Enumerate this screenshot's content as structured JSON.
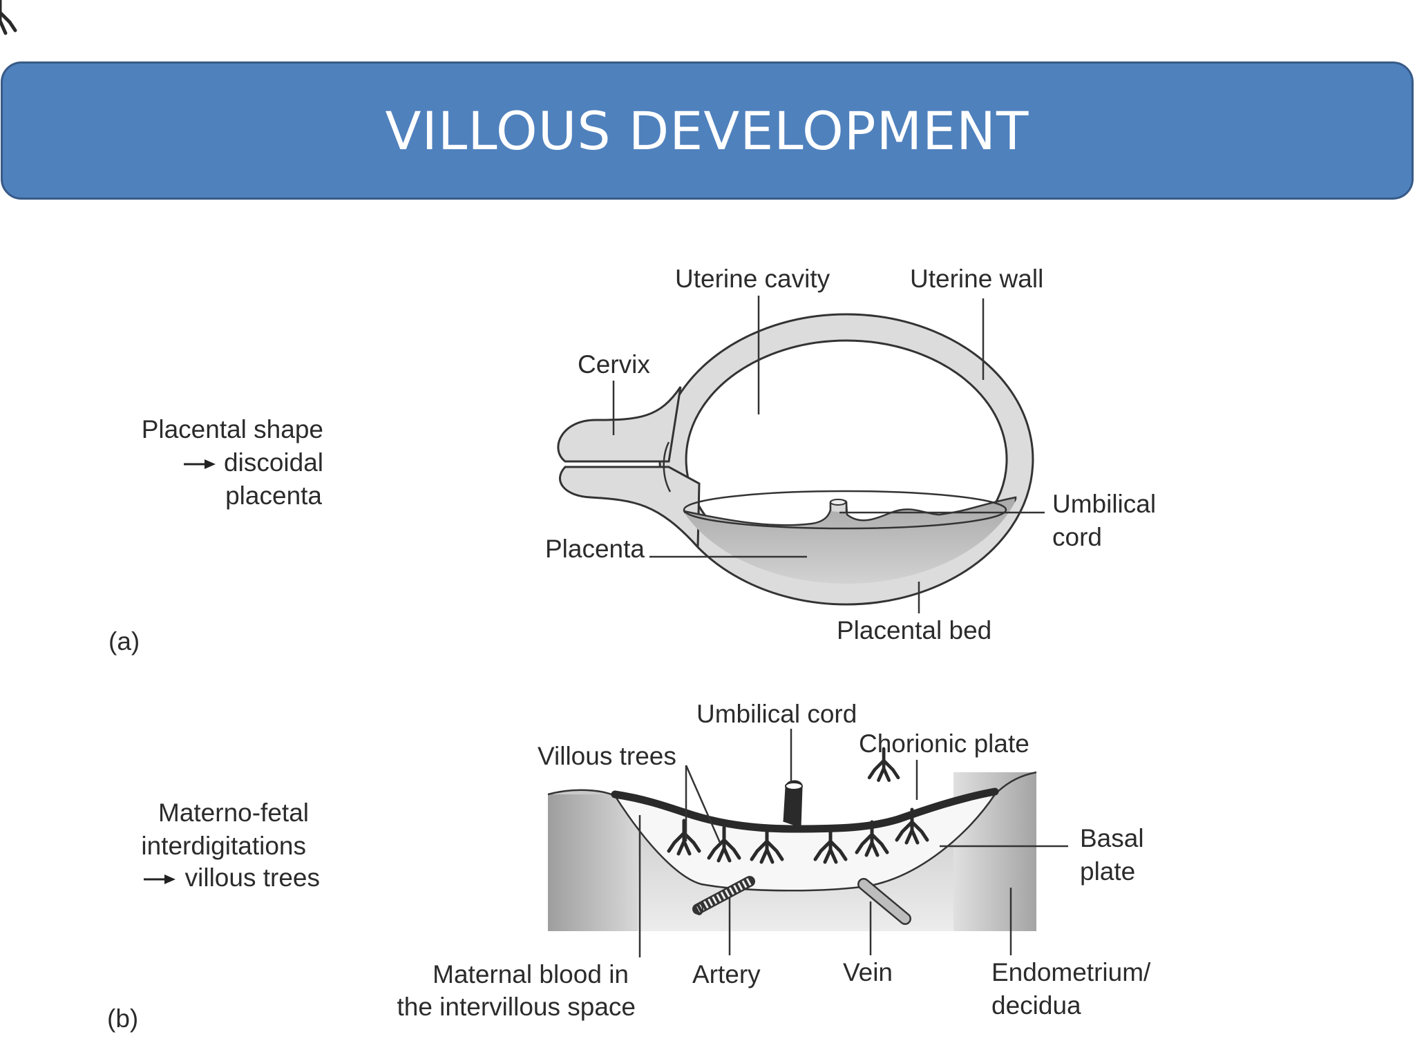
{
  "title": "VILLOUS DEVELOPMENT",
  "panel_a": {
    "tag": "(a)",
    "side_caption": [
      "Placental shape",
      "discoidal",
      "placenta"
    ],
    "labels": {
      "uterine_cavity": "Uterine cavity",
      "uterine_wall": "Uterine wall",
      "cervix": "Cervix",
      "umbilical_cord": [
        "Umbilical",
        "cord"
      ],
      "placenta": "Placenta",
      "placental_bed": "Placental bed"
    }
  },
  "panel_b": {
    "tag": "(b)",
    "side_caption": [
      "Materno-fetal",
      "interdigitations",
      "villous trees"
    ],
    "labels": {
      "umbilical_cord": "Umbilical cord",
      "villous_trees": "Villous trees",
      "chorionic_plate": "Chorionic plate",
      "basal_plate": [
        "Basal",
        "plate"
      ],
      "maternal_blood": [
        "Maternal blood in",
        "the intervillous space"
      ],
      "artery": "Artery",
      "vein": "Vein",
      "endometrium": [
        "Endometrium/",
        "decidua"
      ]
    }
  },
  "colors": {
    "header_fill": "#4f81bd",
    "header_border": "#375a87",
    "tissue_fill": "#dcdcdc",
    "outline": "#333333",
    "villi": "#2a2a2a"
  }
}
